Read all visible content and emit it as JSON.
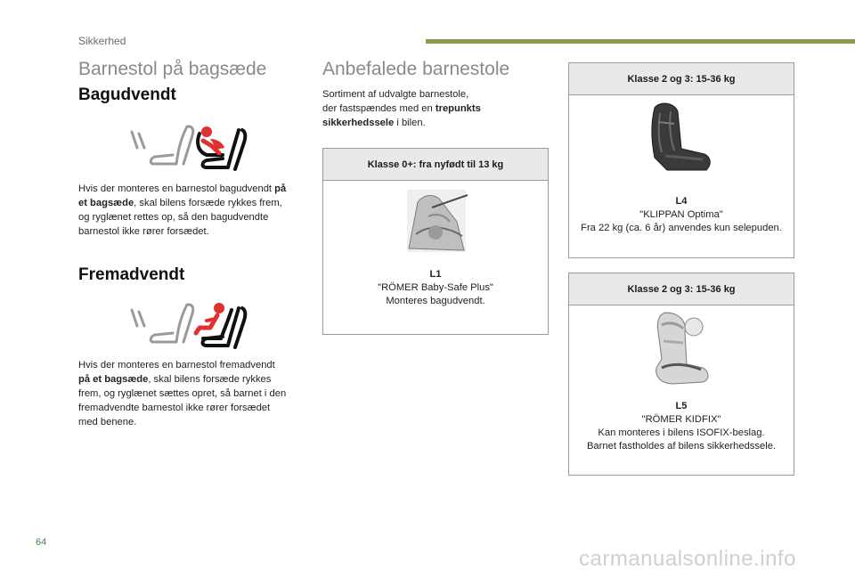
{
  "colors": {
    "accent_bar": "#8a9a4a",
    "heading_grey": "#8a8a8a",
    "header_bg": "#e9e9e9",
    "icon_red": "#e03030",
    "page_number": "#3a8a3a",
    "watermark": "#cfcfcf"
  },
  "header": {
    "section": "Sikkerhed"
  },
  "left": {
    "title": "Barnestol på bagsæde",
    "rear": {
      "heading": "Bagudvendt",
      "icon": "rear-facing-child-seat-icon",
      "text_1": "Hvis der monteres en barnestol bagudvendt ",
      "text_bold_1": "på",
      "text_bold_2": "et bagsæde",
      "text_2": ", skal bilens forsæde rykkes frem,",
      "text_3": "og ryglænet rettes op, så den bagudvendte",
      "text_4": "barnestol ikke rører forsædet."
    },
    "front": {
      "heading": "Fremadvendt",
      "icon": "forward-facing-child-seat-icon",
      "text_1": "Hvis der monteres en barnestol fremadvendt",
      "text_bold_1": "på et bagsæde",
      "text_2": ", skal bilens forsæde rykkes",
      "text_3": "frem, og ryglænet sættes opret, så barnet i den",
      "text_4": "fremadvendte barnestol ikke rører forsædet",
      "text_5": "med benene."
    }
  },
  "middle": {
    "title": "Anbefalede barnestole",
    "intro_1": "Sortiment af udvalgte barnestole,",
    "intro_2": "der fastspændes med en ",
    "intro_bold_1": "trepunkts",
    "intro_bold_2": "sikkerhedssele",
    "intro_3": " i bilen."
  },
  "boxes": [
    {
      "header": "Klasse 0+: fra nyfødt til 13 kg",
      "code": "L1",
      "name": "\"RÖMER Baby-Safe Plus\"",
      "note_1": "Monteres bagudvendt.",
      "note_2": ""
    },
    {
      "header": "Klasse 2 og 3: 15-36 kg",
      "code": "L4",
      "name": "\"KLIPPAN Optima\"",
      "note_1": "Fra 22 kg (ca. 6 år) anvendes kun selepuden.",
      "note_2": ""
    },
    {
      "header": "Klasse 2 og 3: 15-36 kg",
      "code": "L5",
      "name": "\"RÖMER KIDFIX\"",
      "note_1": "Kan monteres i bilens ISOFIX-beslag.",
      "note_2": "Barnet fastholdes af bilens sikkerhedssele."
    }
  ],
  "footer": {
    "page_number": "64",
    "watermark": "carmanualsonline.info"
  }
}
